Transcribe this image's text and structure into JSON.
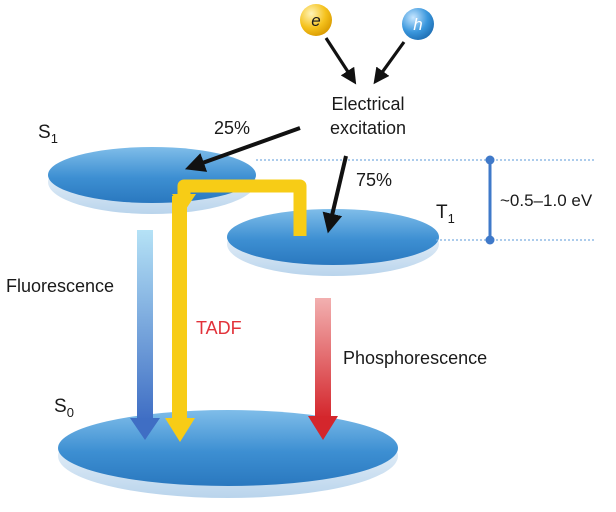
{
  "particles": {
    "electron": {
      "symbol": "e",
      "color": "#f2b91c"
    },
    "hole": {
      "symbol": "h",
      "color": "#2f8fd8"
    }
  },
  "excitation": {
    "line1": "Electrical",
    "line2": "excitation"
  },
  "branches": {
    "singlet_fraction": "25%",
    "triplet_fraction": "75%"
  },
  "levels": {
    "s1": {
      "letter": "S",
      "sub": "1"
    },
    "t1": {
      "letter": "T",
      "sub": "1"
    },
    "s0": {
      "letter": "S",
      "sub": "0"
    }
  },
  "energy_gap": "~0.5–1.0 eV",
  "processes": {
    "fluorescence": "Fluorescence",
    "tadf": "TADF",
    "phosphorescence": "Phosphorescence"
  },
  "colors": {
    "disk": "#3a8ccf",
    "tadf": "#f7cc16",
    "tadf_label": "#e2323a",
    "phosphorescence_arrow": "#d8343a",
    "fluorescence_arrow": "#4a78c8",
    "gap_marker": "#3f79c9"
  }
}
